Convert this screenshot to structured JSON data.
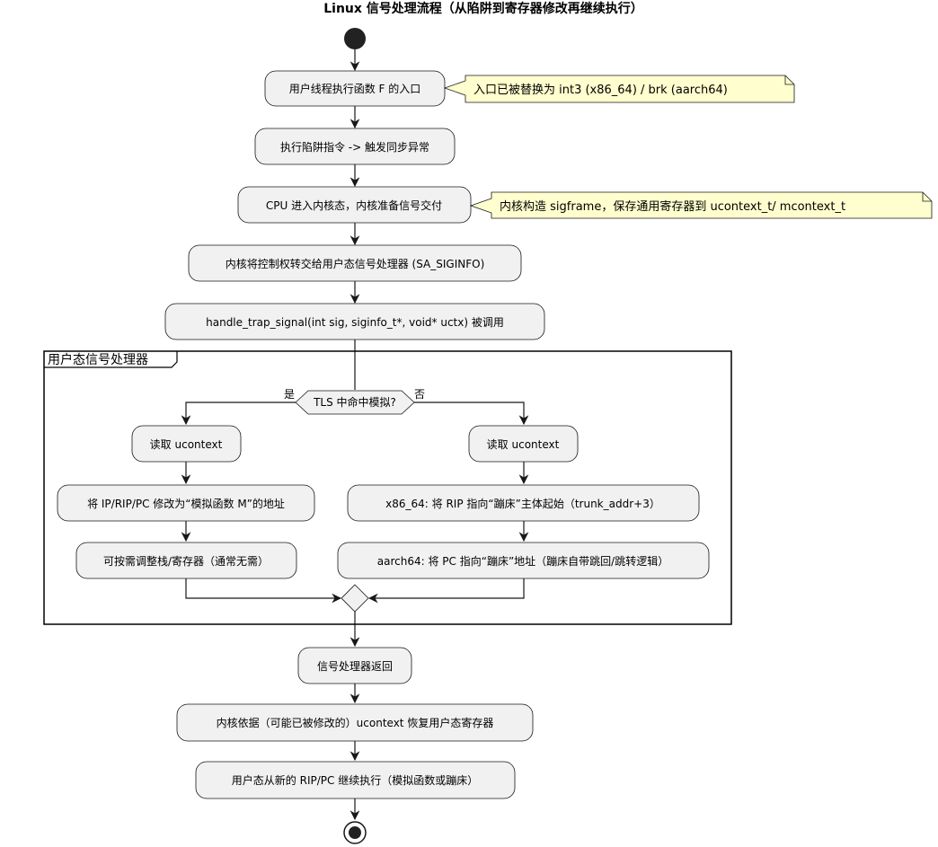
{
  "title": "Linux 信号处理流程（从陷阱到寄存器修改再继续执行）",
  "activities": {
    "a1": "用户线程执行函数 F 的入口",
    "a2": "执行陷阱指令 -> 触发同步异常",
    "a3": "CPU 进入内核态，内核准备信号交付",
    "a4": "内核将控制权转交给用户态信号处理器 (SA_SIGINFO)",
    "a5": "handle_trap_signal(int sig, siginfo_t*, void* uctx) 被调用",
    "l1": "读取 ucontext",
    "l2": "将 IP/RIP/PC 修改为“模拟函数 M”的地址",
    "l3": "可按需调整栈/寄存器（通常无需）",
    "r1": "读取 ucontext",
    "r2": "x86_64: 将 RIP 指向“蹦床”主体起始（trunk_addr+3）",
    "r3": "aarch64: 将 PC 指向“蹦床”地址（蹦床自带跳回/跳转逻辑）",
    "b1": "信号处理器返回",
    "b2": "内核依据（可能已被修改的）ucontext 恢复用户态寄存器",
    "b3": "用户态从新的 RIP/PC 继续执行（模拟函数或蹦床）"
  },
  "notes": {
    "n1": "入口已被替换为 int3 (x86_64) / brk (aarch64)",
    "n2": "内核构造 sigframe，保存通用寄存器到 ucontext_t/ mcontext_t"
  },
  "partition": {
    "label": "用户态信号处理器"
  },
  "decision": {
    "text": "TLS 中命中模拟?",
    "yes": "是",
    "no": "否"
  }
}
